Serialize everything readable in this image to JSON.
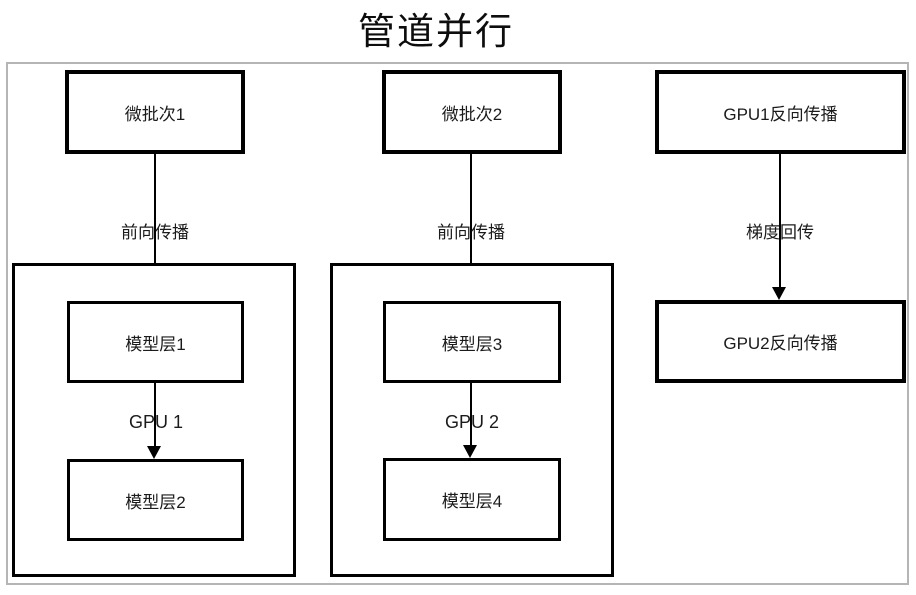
{
  "title": "管道并行",
  "columns": {
    "pipeline1": {
      "input_box": "微批次1",
      "arrow_label": "前向传播",
      "layer_top": "模型层1",
      "gpu_label": "GPU 1",
      "layer_bottom": "模型层2"
    },
    "pipeline2": {
      "input_box": "微批次2",
      "arrow_label": "前向传播",
      "layer_top": "模型层3",
      "gpu_label": "GPU 2",
      "layer_bottom": "模型层4"
    },
    "backward": {
      "top_box": "GPU1反向传播",
      "arrow_label": "梯度回传",
      "bottom_box": "GPU2反向传播"
    }
  },
  "colors": {
    "box_border": "#000000",
    "frame_border": "#b5b5b5",
    "background": "#ffffff",
    "text": "#1b1b1b"
  }
}
